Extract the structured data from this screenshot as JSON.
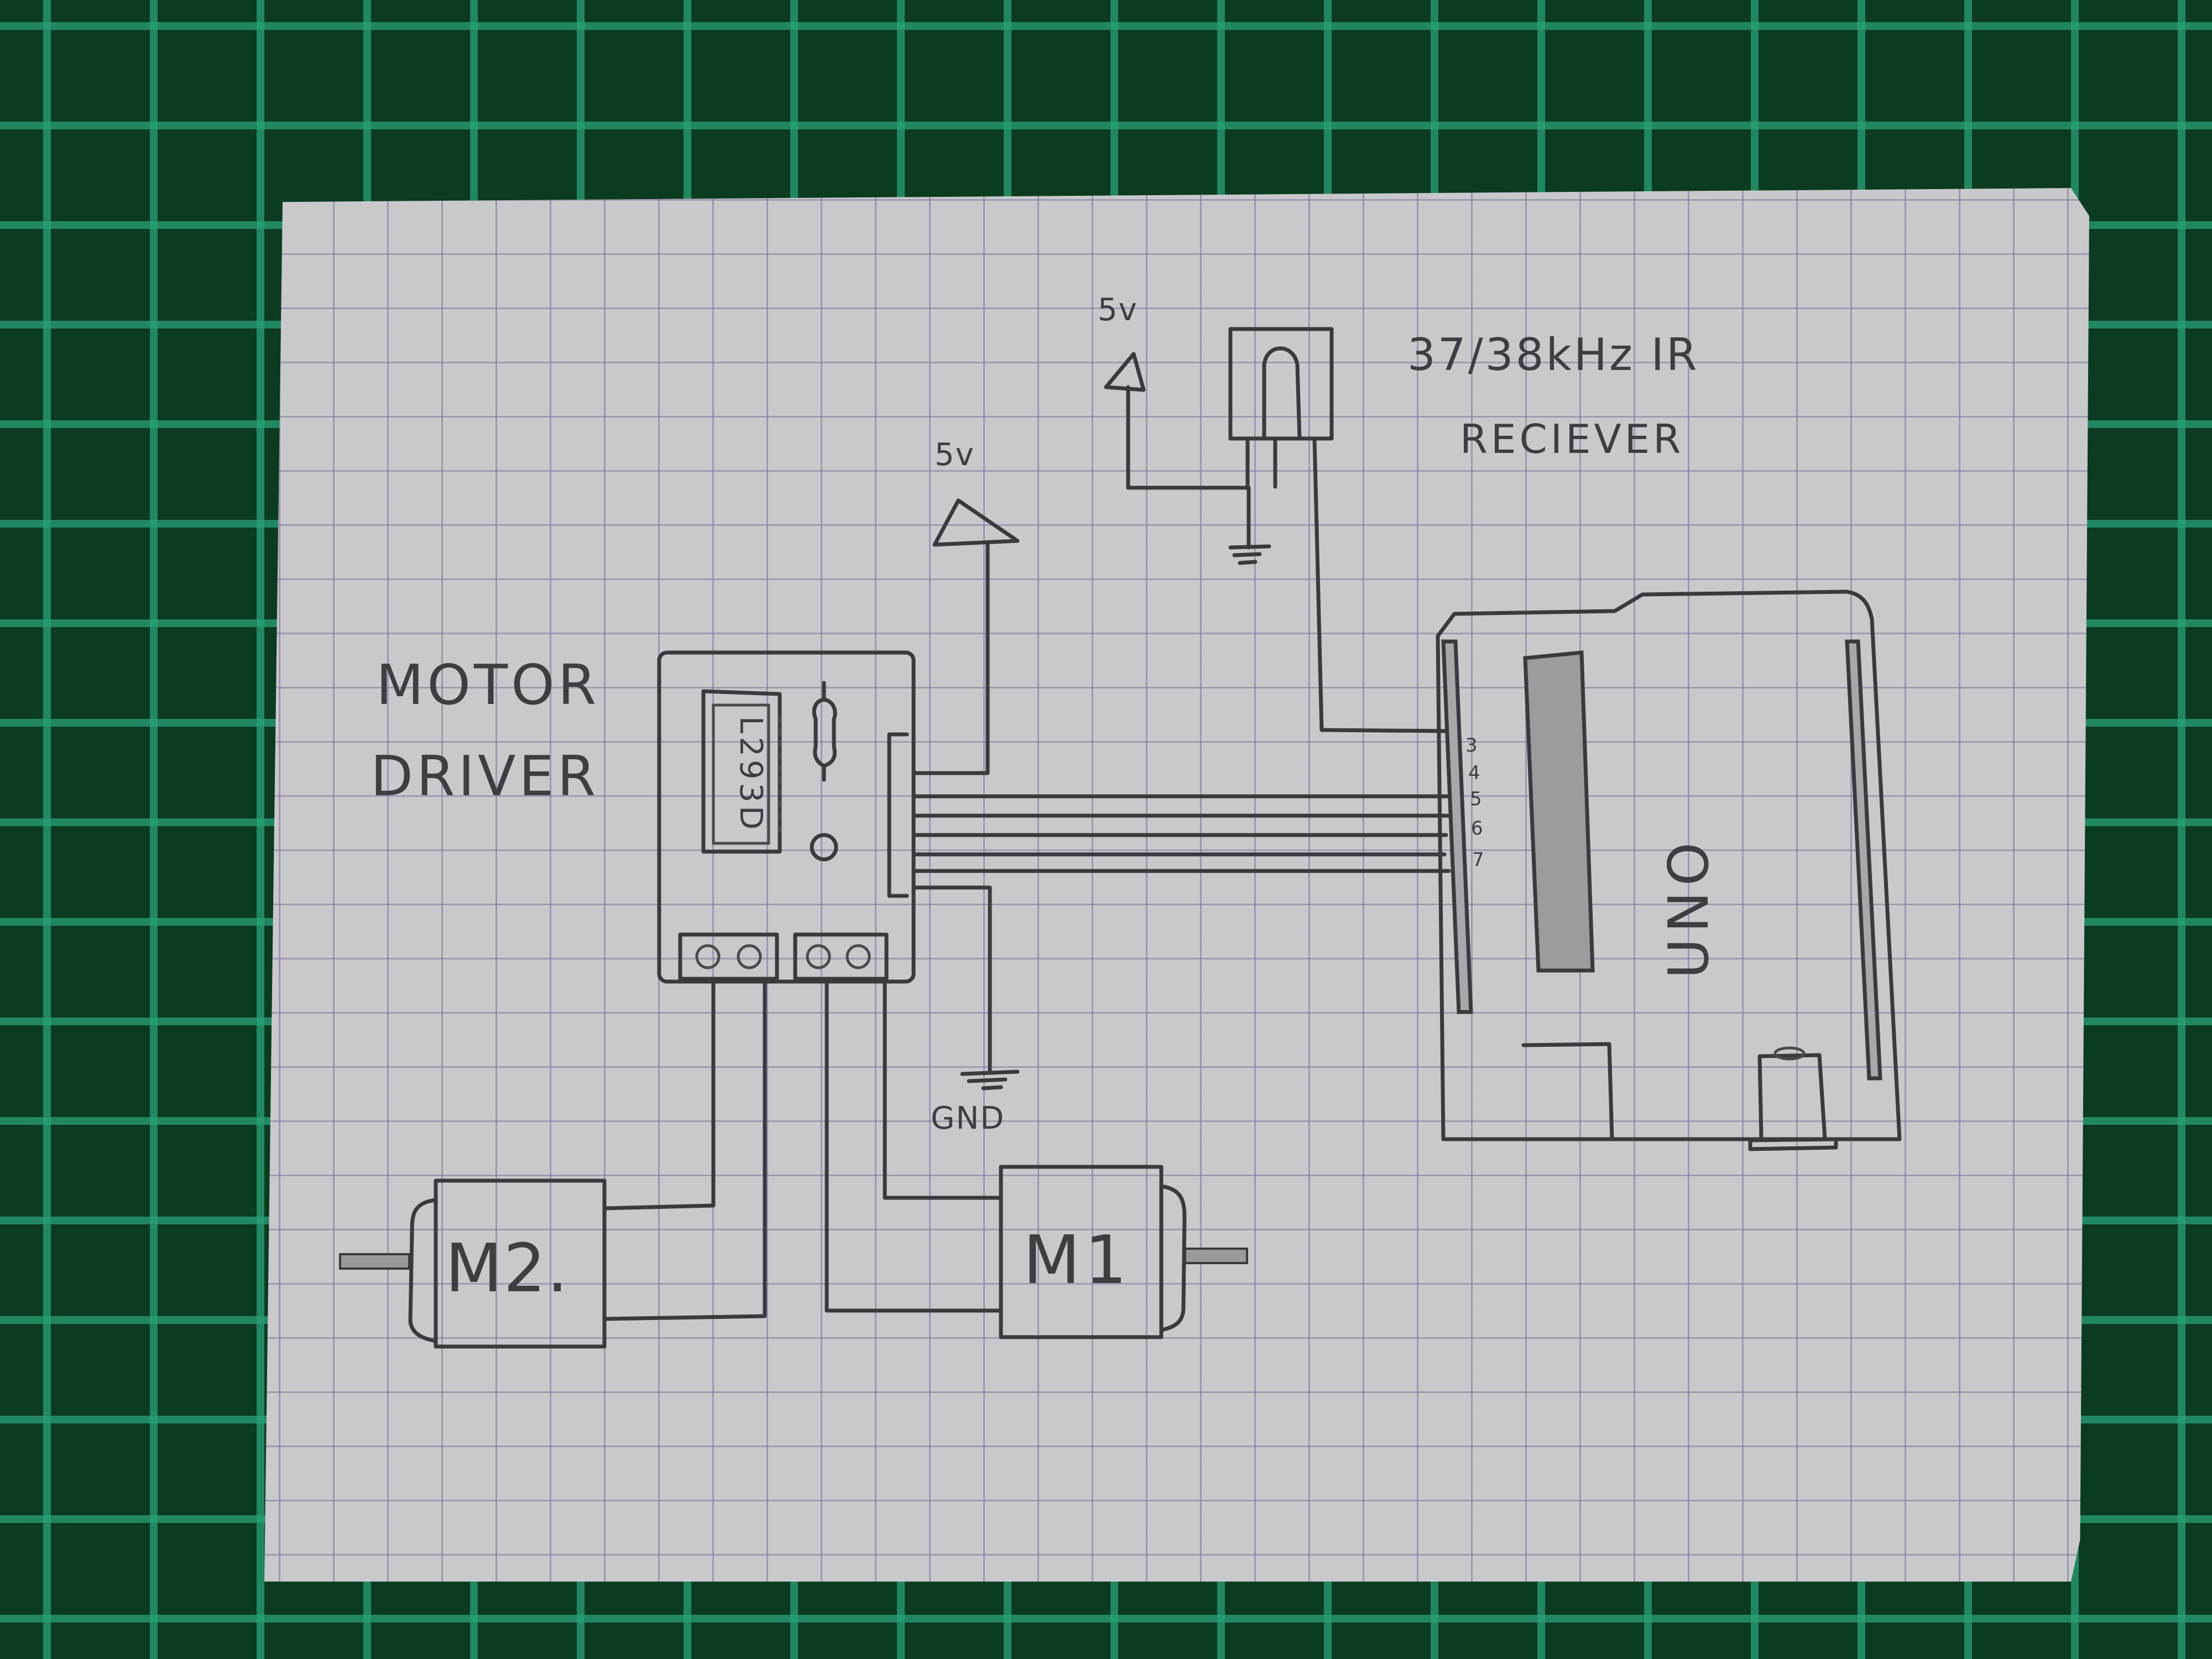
{
  "background": {
    "mat_color": "#0b3b20",
    "mat_grid_color": "#28a078",
    "paper_color": "#c9c9cc",
    "ink_color": "#3a3a3e"
  },
  "labels": {
    "motor_driver_line1": "MOTOR",
    "motor_driver_line2": "DRIVER",
    "ic_chip": "L293D",
    "ir_receiver_line1": "37/38kHz  IR",
    "ir_receiver_line2": "RECIEVER",
    "supply_driver": "5v",
    "supply_ir": "5v",
    "ground_label": "GND",
    "board": "UNO",
    "motor_left": "M2.",
    "motor_right": "M1"
  },
  "arduino_pins": [
    "3",
    "4",
    "5",
    "6",
    "7"
  ],
  "components": [
    {
      "id": "motor-driver",
      "name": "L293D motor driver module"
    },
    {
      "id": "ir-receiver",
      "name": "37/38kHz IR receiver"
    },
    {
      "id": "arduino-uno",
      "name": "Arduino UNO"
    },
    {
      "id": "motor-1",
      "name": "M1"
    },
    {
      "id": "motor-2",
      "name": "M2"
    }
  ]
}
